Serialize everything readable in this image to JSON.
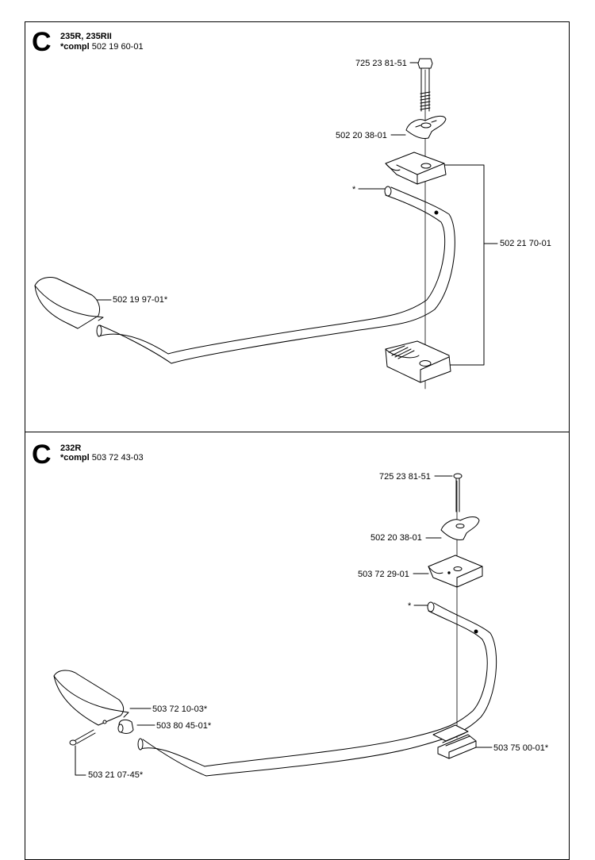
{
  "sections": [
    {
      "letter": "C",
      "models": "235R, 235RII",
      "compl_prefix": "*compl",
      "compl_number": "502 19 60-01",
      "parts": {
        "bolt": "725 23 81-51",
        "wing_knob": "502 20 38-01",
        "clamp_set": "502 21 70-01",
        "grip": "502 19 97-01*",
        "handle_marker": "*"
      }
    },
    {
      "letter": "C",
      "models": "232R",
      "compl_prefix": "*compl",
      "compl_number": "503 72 43-03",
      "parts": {
        "bolt": "725 23 81-51",
        "wing_knob": "502 20 38-01",
        "upper_clamp": "503 72 29-01",
        "handle_marker": "*",
        "grip": "503 72 10-03*",
        "bushing": "503 80 45-01*",
        "screw": "503 21 07-45*",
        "lower_clamp": "503 75 00-01*"
      }
    }
  ]
}
